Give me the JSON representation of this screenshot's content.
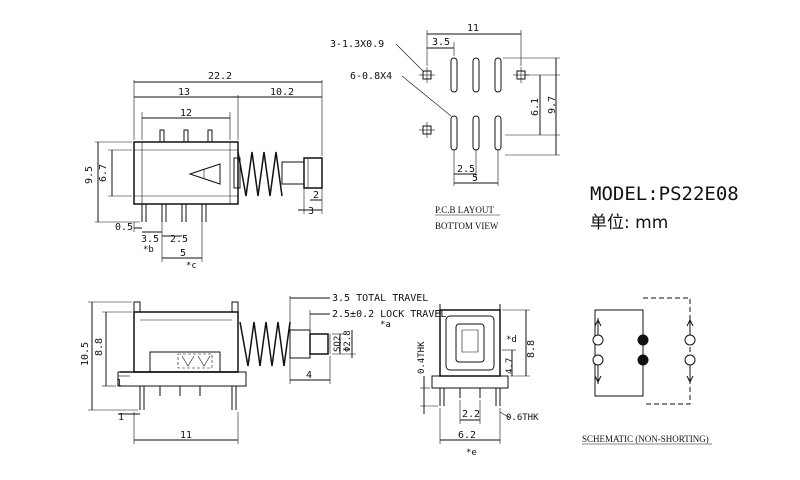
{
  "model_label": "MODEL:PS22E08",
  "unit_label": "单位: mm",
  "front_view": {
    "dims": {
      "overall": "22.2",
      "body": "13",
      "plunger": "10.2",
      "inner": "12",
      "height": "9.5",
      "height_inner": "6.7",
      "pin_offset": "0.5",
      "pitch_b": "3.5",
      "pitch": "2.5",
      "pitch_c": "5",
      "cap_2": "2",
      "cap_3": "3"
    },
    "notes": {
      "b": "*b",
      "c": "*c"
    }
  },
  "pcb_layout": {
    "dims": {
      "width": "11",
      "spacing": "3.5",
      "row": "6.1",
      "total": "9.7",
      "pitch": "2.5",
      "span": "5"
    },
    "callouts": {
      "square_holes": "3-1.3X0.9",
      "slot_holes": "6-0.8X4"
    },
    "title": "P.C.B LAYOUT",
    "subtitle": "BOTTOM VIEW"
  },
  "side_view": {
    "dims": {
      "total_travel": "3.5 TOTAL TRAVEL",
      "lock_travel": "2.5±0.2 LOCK TRAVEL",
      "square": "SQ2",
      "dia": "Φ2.8",
      "overall_h": "10.5",
      "body_h": "8.8",
      "pin": "1",
      "pin2": "1",
      "length": "11",
      "stem": "4"
    },
    "notes": {
      "a": "*a"
    }
  },
  "end_view": {
    "dims": {
      "thk": "0.4THK",
      "thk2": "0.6THK",
      "h1": "4.7",
      "h2": "8.8",
      "w1": "2.2",
      "w2": "6.2"
    },
    "notes": {
      "d": "*d",
      "e": "*e"
    }
  },
  "schematic": {
    "title": "SCHEMATIC (NON-SHORTING)"
  }
}
